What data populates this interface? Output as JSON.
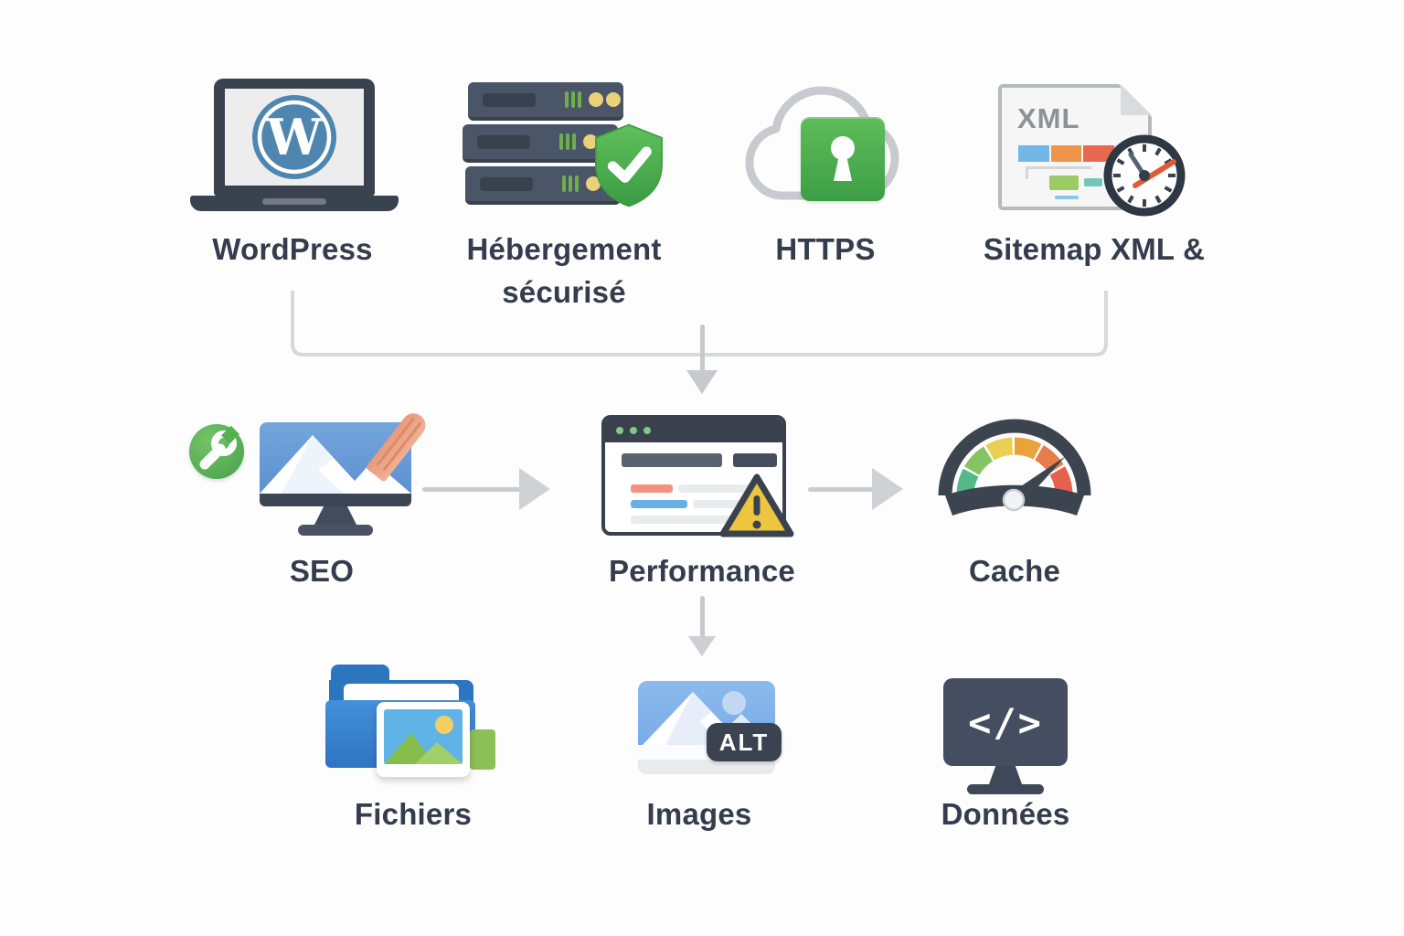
{
  "background": "#fdfdfd",
  "text_color": "#343c4d",
  "nodes": {
    "wordpress": {
      "label": "WordPress",
      "logo_letter": "W"
    },
    "hosting": {
      "label_line1": "Hébergement",
      "label_line2": "sécurisé"
    },
    "https": {
      "label": "HTTPS"
    },
    "sitemap": {
      "label": "Sitemap XML &",
      "doc_text": "XML"
    },
    "seo": {
      "label": "SEO"
    },
    "performance": {
      "label": "Performance"
    },
    "cache": {
      "label": "Cache"
    },
    "files": {
      "label": "Fichiers"
    },
    "images": {
      "label": "Images",
      "badge_text": "ALT"
    },
    "data": {
      "label": "Données",
      "code_text": "</>"
    }
  },
  "edges": [
    {
      "from": [
        "wordpress",
        "hosting",
        "https",
        "sitemap"
      ],
      "to": "performance",
      "style": "bracket-with-down-arrow"
    },
    {
      "from": [
        "seo"
      ],
      "to": "performance",
      "style": "right-arrow"
    },
    {
      "from": [
        "performance"
      ],
      "to": "cache",
      "style": "right-arrow"
    },
    {
      "from": [
        "performance"
      ],
      "to": "images",
      "style": "down-arrow"
    }
  ],
  "icons": {
    "wordpress": "laptop-with-wordpress-logo",
    "hosting": "server-stack-with-green-check-shield",
    "https": "cloud-with-green-padlock",
    "sitemap": "xml-document-with-clock",
    "seo": "monitor-image-pencil-with-wrench-badge",
    "performance": "browser-window-with-warning-triangle",
    "cache": "speedometer-gauge",
    "files": "folder-with-photo",
    "images": "image-with-alt-badge",
    "data": "monitor-with-code"
  },
  "colors": {
    "slate": "#3a4250",
    "green_shield": "#4caf50",
    "led_green": "#6fae4b",
    "led_yellow": "#e9d277",
    "wordpress_blue": "#4e86b0",
    "arrow_gray": "#c9ccd1",
    "bracket_gray": "#d6d8db",
    "bar_blue": "#72b7e5",
    "bar_orange": "#ef9449",
    "bar_red": "#e8694f",
    "warning_yellow": "#edc53f",
    "gauge_segments": [
      "#54b888",
      "#85c463",
      "#e9d052",
      "#eaa33c",
      "#e57d49",
      "#e6614d"
    ],
    "folder_blue": "#2e74c2",
    "salmon_pencil": "#eca287",
    "clock_orange": "#e05a33"
  }
}
